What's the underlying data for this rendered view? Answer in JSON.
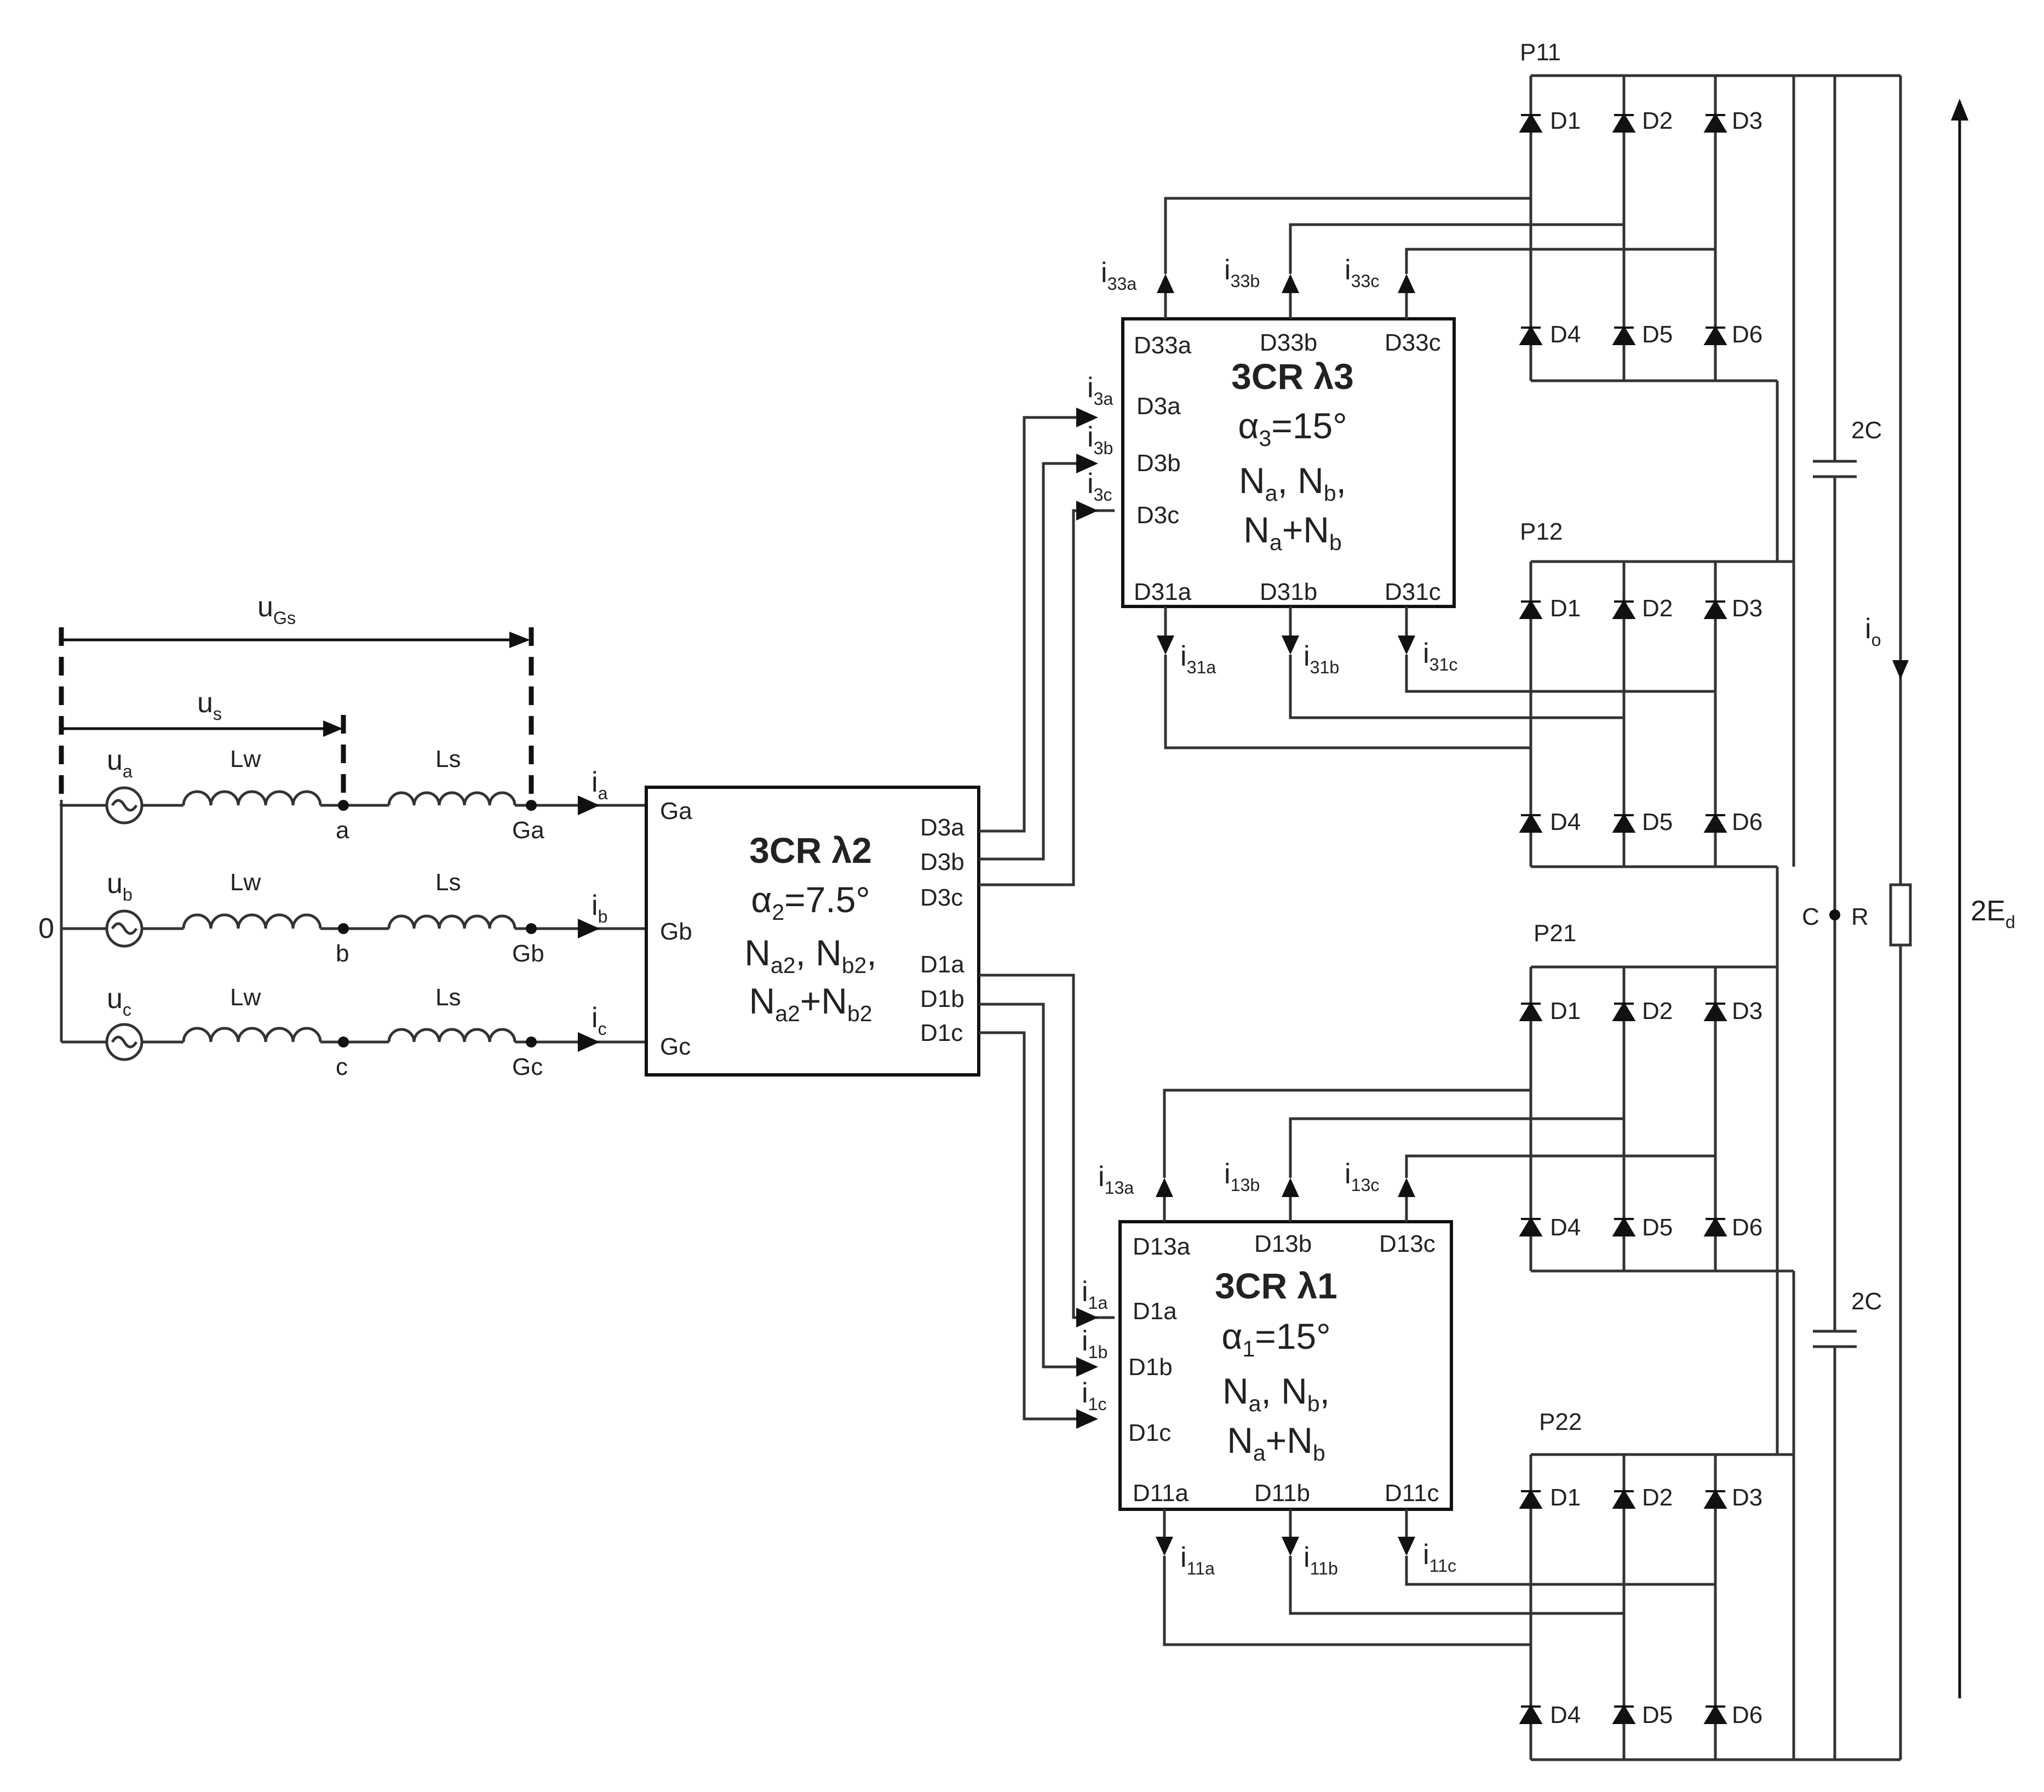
{
  "source": {
    "node_zero": "0",
    "phases": [
      {
        "u": "u",
        "u_sub": "a",
        "lw": "Lw",
        "ls": "Ls",
        "node": "a",
        "gnode": "Ga",
        "i": "i",
        "i_sub": "a"
      },
      {
        "u": "u",
        "u_sub": "b",
        "lw": "Lw",
        "ls": "Ls",
        "node": "b",
        "gnode": "Gb",
        "i": "i",
        "i_sub": "b"
      },
      {
        "u": "u",
        "u_sub": "c",
        "lw": "Lw",
        "ls": "Ls",
        "node": "c",
        "gnode": "Gc",
        "i": "i",
        "i_sub": "c"
      }
    ],
    "us": {
      "main": "u",
      "sub": "s"
    },
    "ugs": {
      "main": "u",
      "sub": "Gs"
    }
  },
  "block2": {
    "title": "3CR λ2",
    "alpha": {
      "main": "α",
      "sub": "2",
      "rest": "=7.5°"
    },
    "n_line1": {
      "a": "N",
      "a_sub": "a2",
      "sep": ", ",
      "b": "N",
      "b_sub": "b2",
      "end": ","
    },
    "n_line2": {
      "a": "N",
      "a_sub": "a2",
      "plus": "+",
      "b": "N",
      "b_sub": "b2"
    },
    "in_pins": [
      "Ga",
      "Gb",
      "Gc"
    ],
    "out_pins": [
      "D3a",
      "D3b",
      "D3c",
      "D1a",
      "D1b",
      "D1c"
    ]
  },
  "block3": {
    "title": "3CR λ3",
    "alpha": {
      "main": "α",
      "sub": "3",
      "rest": "=15°"
    },
    "n_line1": {
      "a": "N",
      "a_sub": "a",
      "sep": ", ",
      "b": "N",
      "b_sub": "b",
      "end": ","
    },
    "n_line2": {
      "a": "N",
      "a_sub": "a",
      "plus": "+",
      "b": "N",
      "b_sub": "b"
    },
    "top_pins": [
      "D33a",
      "D33b",
      "D33c"
    ],
    "left_pins": [
      "D3a",
      "D3b",
      "D3c"
    ],
    "bottom_pins": [
      "D31a",
      "D31b",
      "D31c"
    ],
    "top_currents": [
      {
        "main": "i",
        "sub": "33a"
      },
      {
        "main": "i",
        "sub": "33b"
      },
      {
        "main": "i",
        "sub": "33c"
      }
    ],
    "left_currents": [
      {
        "main": "i",
        "sub": "3a"
      },
      {
        "main": "i",
        "sub": "3b"
      },
      {
        "main": "i",
        "sub": "3c"
      }
    ],
    "bottom_currents": [
      {
        "main": "i",
        "sub": "31a"
      },
      {
        "main": "i",
        "sub": "31b"
      },
      {
        "main": "i",
        "sub": "31c"
      }
    ]
  },
  "block1": {
    "title": "3CR λ1",
    "alpha": {
      "main": "α",
      "sub": "1",
      "rest": "=15°"
    },
    "n_line1": {
      "a": "N",
      "a_sub": "a",
      "sep": ", ",
      "b": "N",
      "b_sub": "b",
      "end": ","
    },
    "n_line2": {
      "a": "N",
      "a_sub": "a",
      "plus": "+",
      "b": "N",
      "b_sub": "b"
    },
    "top_pins": [
      "D13a",
      "D13b",
      "D13c"
    ],
    "left_pins": [
      "D1a",
      "D1b",
      "D1c"
    ],
    "bottom_pins": [
      "D11a",
      "D11b",
      "D11c"
    ],
    "top_currents": [
      {
        "main": "i",
        "sub": "13a"
      },
      {
        "main": "i",
        "sub": "13b"
      },
      {
        "main": "i",
        "sub": "13c"
      }
    ],
    "left_currents": [
      {
        "main": "i",
        "sub": "1a"
      },
      {
        "main": "i",
        "sub": "1b"
      },
      {
        "main": "i",
        "sub": "1c"
      }
    ],
    "bottom_currents": [
      {
        "main": "i",
        "sub": "11a"
      },
      {
        "main": "i",
        "sub": "11b"
      },
      {
        "main": "i",
        "sub": "11c"
      }
    ]
  },
  "bridges": [
    {
      "name": "P11",
      "diodes": [
        "D1",
        "D2",
        "D3",
        "D4",
        "D5",
        "D6"
      ]
    },
    {
      "name": "P12",
      "diodes": [
        "D1",
        "D2",
        "D3",
        "D4",
        "D5",
        "D6"
      ]
    },
    {
      "name": "P21",
      "diodes": [
        "D1",
        "D2",
        "D3",
        "D4",
        "D5",
        "D6"
      ]
    },
    {
      "name": "P22",
      "diodes": [
        "D1",
        "D2",
        "D3",
        "D4",
        "D5",
        "D6"
      ]
    }
  ],
  "dc_side": {
    "cap_top": "2C",
    "cap_bottom": "2C",
    "midpoint": "C",
    "resistor": "R",
    "io": {
      "main": "i",
      "sub": "o"
    },
    "voltage": {
      "main": "2E",
      "sub": "d"
    }
  }
}
